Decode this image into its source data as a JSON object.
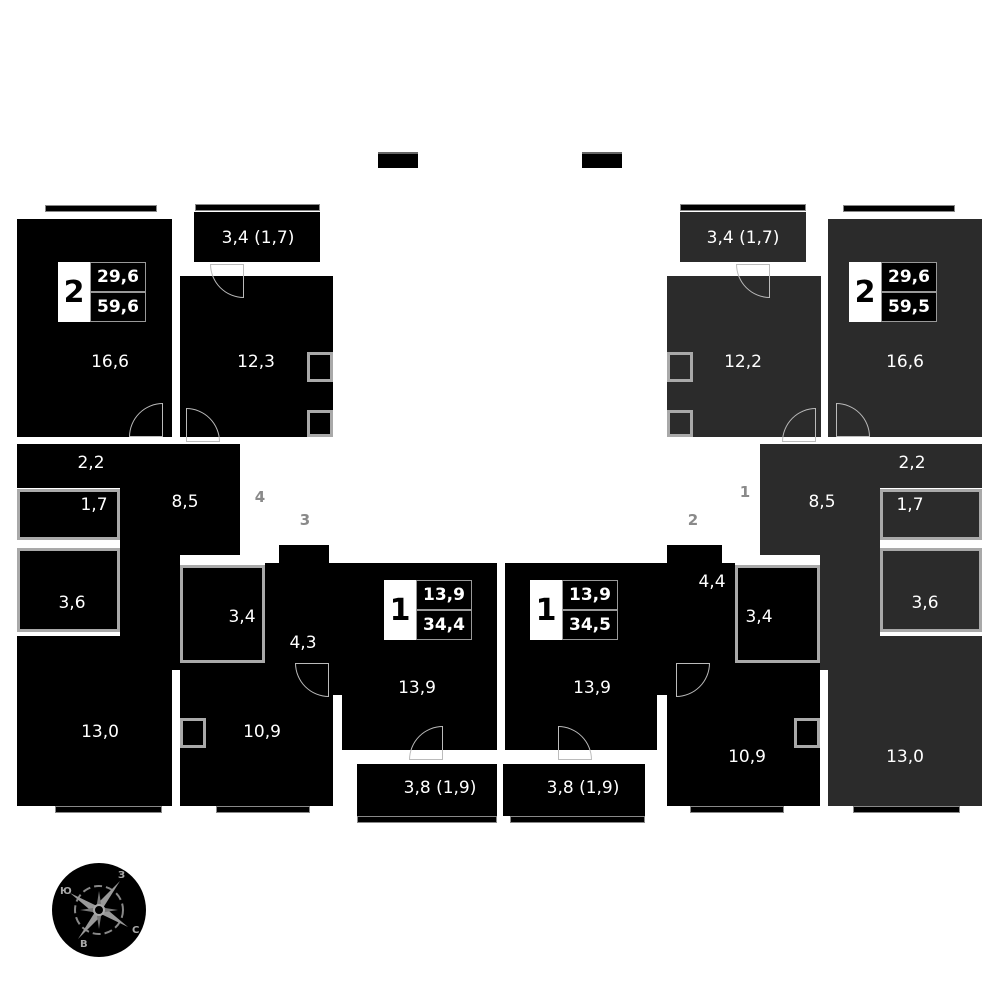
{
  "apartments": [
    {
      "rooms_count": "2",
      "living_area": "29,6",
      "total_area": "59,6",
      "rooms": {
        "balcony": "3,4 (1,7)",
        "living": "16,6",
        "kitchen": "12,3",
        "storage": "2,2",
        "wc": "1,7",
        "hall": "8,5",
        "bath": "3,6",
        "bedroom": "13,0"
      }
    },
    {
      "rooms": {
        "bath": "3,4",
        "hall": "4,3",
        "kitchen": "10,9"
      }
    },
    {
      "rooms_count": "1",
      "living_area": "13,9",
      "total_area": "34,4",
      "rooms": {
        "living": "13,9",
        "balcony": "3,8 (1,9)"
      }
    },
    {
      "rooms_count": "1",
      "living_area": "13,9",
      "total_area": "34,5",
      "rooms": {
        "living": "13,9",
        "balcony": "3,8 (1,9)"
      }
    },
    {
      "rooms": {
        "hall": "4,4",
        "bath": "3,4",
        "kitchen": "10,9"
      }
    },
    {
      "rooms_count": "2",
      "living_area": "29,6",
      "total_area": "59,5",
      "rooms": {
        "balcony": "3,4 (1,7)",
        "kitchen": "12,2",
        "living": "16,6",
        "storage": "2,2",
        "wc": "1,7",
        "hall": "8,5",
        "bath": "3,6",
        "bedroom": "13,0"
      }
    }
  ],
  "apartment_numbers": [
    "4",
    "3",
    "2",
    "1"
  ],
  "compass": {
    "n": "З",
    "e": "С",
    "s": "В",
    "w": "Ю"
  },
  "colors": {
    "apartment": "#000000",
    "selected_apartment": "#2b2b2b",
    "label": "#8a8a8a"
  }
}
